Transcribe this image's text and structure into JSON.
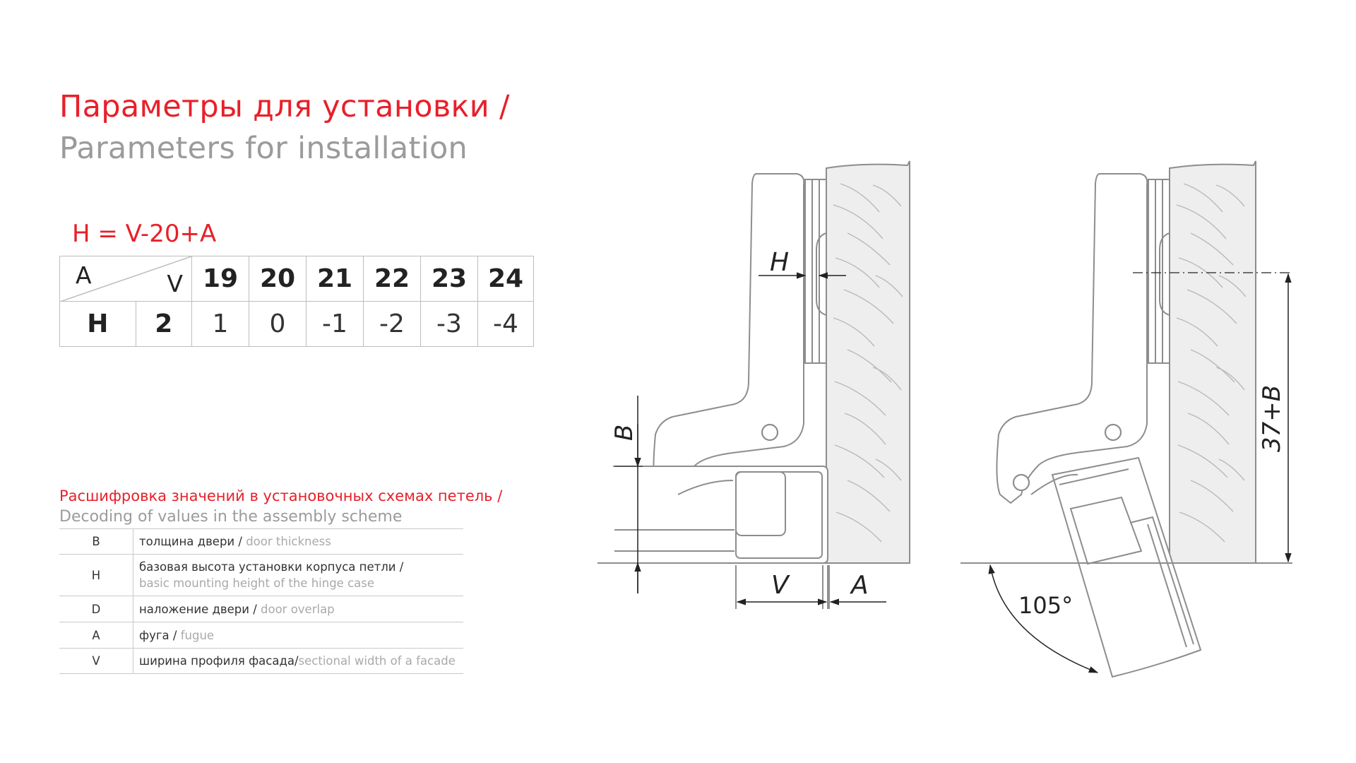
{
  "title": {
    "ru": "Параметры для установки /",
    "en": "Parameters for installation"
  },
  "formula": "H = V-20+A",
  "table": {
    "corner_top": "A",
    "corner_right": "V",
    "row_label": "H",
    "first_value": "2",
    "v_values": [
      "19",
      "20",
      "21",
      "22",
      "23",
      "24"
    ],
    "h_values": [
      "1",
      "0",
      "-1",
      "-2",
      "-3",
      "-4"
    ]
  },
  "legend": {
    "heading_ru": "Расшифровка значений в установочных схемах петель /",
    "heading_en": "Decoding of values in the assembly scheme",
    "rows": [
      {
        "symbol": "B",
        "ru": "толщина двери / ",
        "en": "door thickness"
      },
      {
        "symbol": "H",
        "ru": "базовая высота установки корпуса петли / ",
        "en": "basic mounting height of the hinge case"
      },
      {
        "symbol": "D",
        "ru": "наложение двери / ",
        "en": "door overlap"
      },
      {
        "symbol": "A",
        "ru": "фуга / ",
        "en": "fugue"
      },
      {
        "symbol": "V",
        "ru": "ширина профиля фасада/",
        "en": "sectional width of a facade"
      }
    ]
  },
  "diagram_labels": {
    "h": "H",
    "b": "B",
    "v": "V",
    "a": "A",
    "dim_37b": "37+B",
    "angle": "105°"
  },
  "colors": {
    "accent": "#e8202a",
    "secondary_text": "#9b9b9b",
    "outline": "#8d8d8d",
    "wood_fill": "#eeeeee"
  }
}
